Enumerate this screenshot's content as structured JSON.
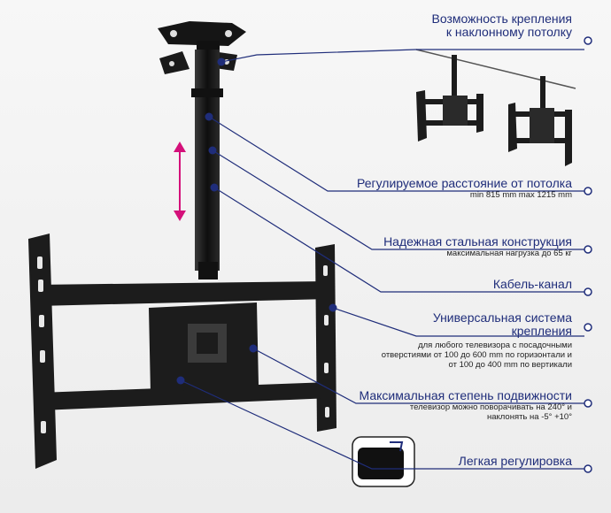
{
  "features": [
    {
      "title_l1": "Возможность крепления",
      "title_l2": "к наклонному потолку",
      "sub": ""
    },
    {
      "title_l1": "Регулируемое расстояние от потолка",
      "title_l2": "",
      "sub": "min 815 mm max 1215 mm"
    },
    {
      "title_l1": "Надежная стальная конструкция",
      "title_l2": "",
      "sub": "максимальная нагрузка до 65 кг"
    },
    {
      "title_l1": "Кабель-канал",
      "title_l2": "",
      "sub": ""
    },
    {
      "title_l1": "Универсальная система",
      "title_l2": "крепления",
      "sub": "для любого телевизора с посадочными отверстиями от 100 до 600 mm по горизонтали и от 100 до 400 mm по вертикали"
    },
    {
      "title_l1": "Максимальная степень подвижности",
      "title_l2": "",
      "sub": "телевизор можно поворачивать на 240° и наклонять на -5° +10°"
    },
    {
      "title_l1": "Легкая регулировка",
      "title_l2": "",
      "sub": ""
    }
  ],
  "colors": {
    "accent": "#1f2d7a",
    "arrow": "#d4107a",
    "metal": "#1c1c1c"
  }
}
